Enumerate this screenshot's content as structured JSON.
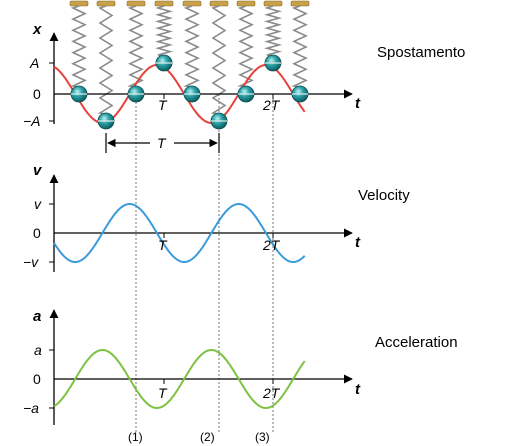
{
  "colors": {
    "displacement": "#e8413c",
    "velocity": "#3a9bdc",
    "acceleration": "#7dc242",
    "mass": "#2aa3a8",
    "spring": "#8a8a8a",
    "spring_cap": "#c8a24a"
  },
  "icons": {
    "mass": "ball-mass-icon",
    "spring": "coil-spring-icon"
  },
  "panels": {
    "displacement": {
      "title": "Spostamento",
      "yvar": "x",
      "tvar": "t",
      "pos_label": "A",
      "neg_label": "−A",
      "zero_label": "0",
      "t1_label": "T",
      "t2_label": "2T",
      "period_label": "T"
    },
    "velocity": {
      "title": "Velocity",
      "yvar": "v",
      "tvar": "t",
      "pos_label": "v",
      "neg_label": "−v",
      "zero_label": "0",
      "t1_label": "T",
      "t2_label": "2T"
    },
    "acceleration": {
      "title": "Acceleration",
      "yvar": "a",
      "tvar": "t",
      "pos_label": "a",
      "neg_label": "−a",
      "zero_label": "0",
      "t1_label": "T",
      "t2_label": "2T"
    }
  },
  "reference_lines": [
    "(1)",
    "(2)",
    "(3)"
  ],
  "chart_data": [
    {
      "type": "line",
      "series": [
        {
          "name": "x",
          "function": "A·cos(2πt/T)",
          "t_range_periods": [
            0,
            2.3
          ]
        }
      ]
    },
    {
      "type": "line",
      "series": [
        {
          "name": "v",
          "function": "−v·sin(2πt/T)",
          "t_range_periods": [
            0,
            2.3
          ]
        }
      ]
    },
    {
      "type": "line",
      "series": [
        {
          "name": "a",
          "function": "−a·cos(2πt/T)",
          "t_range_periods": [
            0,
            2.3
          ]
        }
      ]
    }
  ]
}
